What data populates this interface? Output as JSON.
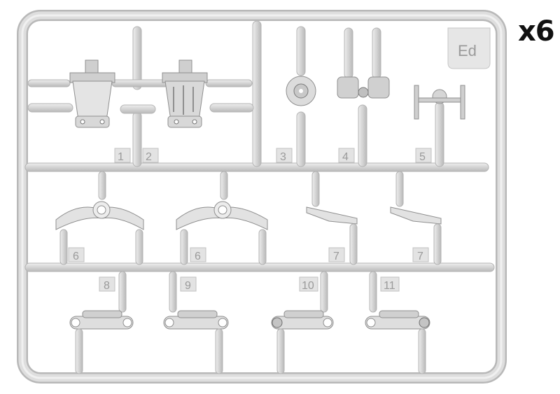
{
  "quantity_label": "x6",
  "sprue_code": "Ed",
  "part_numbers": [
    "1",
    "2",
    "3",
    "4",
    "5",
    "6",
    "6",
    "7",
    "7",
    "8",
    "9",
    "10",
    "11"
  ],
  "colors": {
    "plastic": "#d6d6d6",
    "plastic_edge": "#b4b4b4",
    "highlight": "#ececec",
    "background": "#ffffff",
    "label_text": "#111111"
  }
}
